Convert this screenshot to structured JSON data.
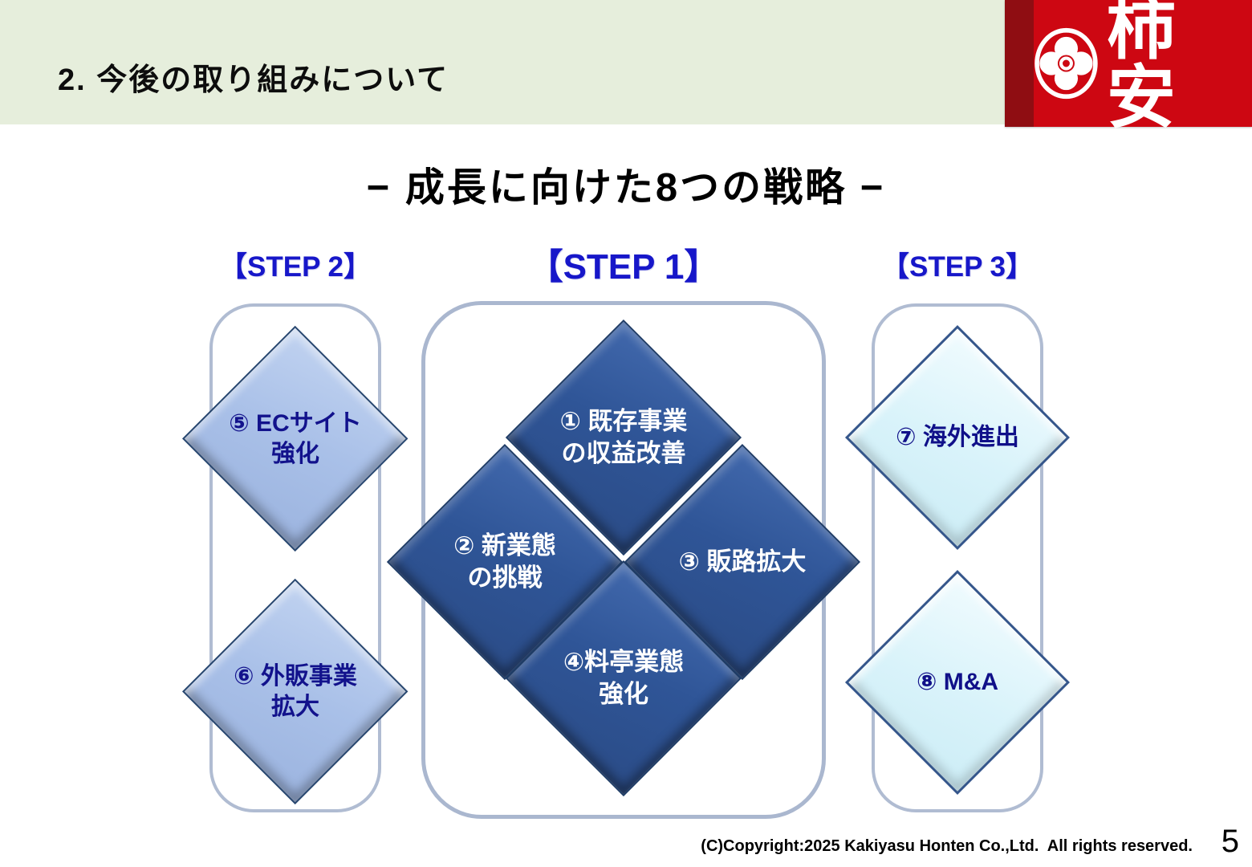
{
  "header": {
    "section_title": "2. 今後の取り組みについて"
  },
  "logo": {
    "brand_text": "柿安"
  },
  "title": {
    "main": "− 成長に向けた8つの戦略 −"
  },
  "steps": {
    "step1_label": "【STEP 1】",
    "step2_label": "【STEP 2】",
    "step3_label": "【STEP 3】"
  },
  "strategies": [
    {
      "num": "①",
      "label": "① 既存事業\nの収益改善",
      "step": "STEP 1"
    },
    {
      "num": "②",
      "label": "② 新業態\nの挑戦",
      "step": "STEP 1"
    },
    {
      "num": "③",
      "label": "③ 販路拡大",
      "step": "STEP 1"
    },
    {
      "num": "④",
      "label": "④料亭業態\n強化",
      "step": "STEP 1"
    },
    {
      "num": "⑤",
      "label": "⑤ ECサイト\n強化",
      "step": "STEP 2"
    },
    {
      "num": "⑥",
      "label": "⑥ 外販事業\n拡大",
      "step": "STEP 2"
    },
    {
      "num": "⑦",
      "label": "⑦ 海外進出",
      "step": "STEP 3"
    },
    {
      "num": "⑧",
      "label": "⑧ M&A",
      "step": "STEP 3"
    }
  ],
  "footer": {
    "copyright": "(C)Copyright:2025 Kakiyasu Honten Co.,Ltd.  All rights reserved.",
    "page_number": "5"
  },
  "colors": {
    "header_bg": "#e6eedc",
    "logo_red": "#cd0712",
    "logo_dark_red": "#8f0d12",
    "step_label_blue": "#1717c9",
    "dark_diamond": "#2f5597",
    "light_diamond": "#a9c0e8",
    "pale_diamond": "#d9f3fa",
    "navy_text": "#12128c",
    "container_border": "#b0bcd2"
  }
}
